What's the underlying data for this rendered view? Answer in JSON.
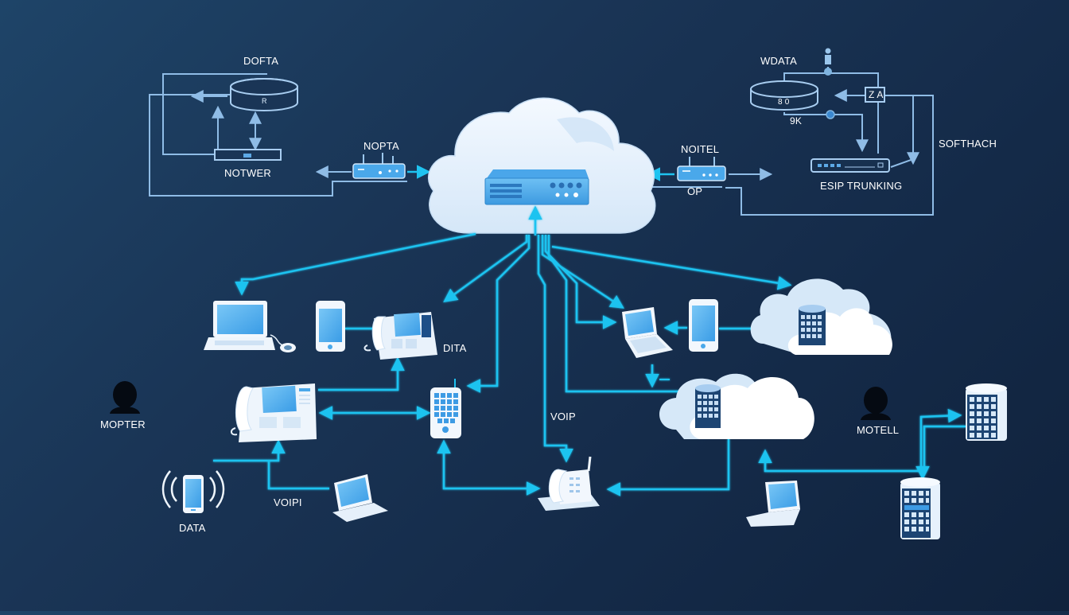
{
  "diagram": {
    "type": "voip-network-topology",
    "colors": {
      "background_top": "#1e4468",
      "background_bottom": "#10223c",
      "link_cyan": "#1fc3f0",
      "outline_blue": "#9cc4ea",
      "cloud_white": "#e8f2fc",
      "device_blue": "#4aa8ea",
      "screen_blue": "#5bb4f2"
    },
    "labels": {
      "top_left_title": "DOFTA",
      "top_left_db_mark": "R",
      "top_left_switch": "NOTWER",
      "left_router": "NOPTA",
      "right_router": "NOITEL",
      "right_router_sub": "OP",
      "top_right_title": "WDATA",
      "top_right_db_mark": "8 0",
      "top_right_db_sub": "9K",
      "top_right_box": "Z A",
      "sip_trunking": "ESIP TRUNKING",
      "softswitch": "SOFTHACH",
      "desk_phone_label": "DITA",
      "user_left": "MOPTER",
      "mobile_data": "DATA",
      "voip_left": "VOIPI",
      "voip_center": "VOIP",
      "user_right": "MOTELL"
    },
    "nodes": [
      {
        "id": "central-cloud-server",
        "kind": "cloud-server"
      },
      {
        "id": "left-router",
        "kind": "router"
      },
      {
        "id": "right-router",
        "kind": "router"
      },
      {
        "id": "top-left-database",
        "kind": "database"
      },
      {
        "id": "top-left-switch",
        "kind": "switch"
      },
      {
        "id": "top-right-database",
        "kind": "database"
      },
      {
        "id": "sip-trunk-device",
        "kind": "switch"
      },
      {
        "id": "laptop-left",
        "kind": "laptop"
      },
      {
        "id": "smartphone-top",
        "kind": "smartphone"
      },
      {
        "id": "desk-phone-top",
        "kind": "ip-phone"
      },
      {
        "id": "desk-phone-left",
        "kind": "ip-phone"
      },
      {
        "id": "keypad-phone",
        "kind": "mobile-keypad"
      },
      {
        "id": "mobile-wireless",
        "kind": "smartphone"
      },
      {
        "id": "laptop-bottom",
        "kind": "laptop"
      },
      {
        "id": "cordless-phone",
        "kind": "cordless-phone"
      },
      {
        "id": "laptop-right",
        "kind": "laptop"
      },
      {
        "id": "smartphone-right",
        "kind": "smartphone"
      },
      {
        "id": "cloud-datacenter-top",
        "kind": "cloud-database"
      },
      {
        "id": "cloud-datacenter-mid",
        "kind": "cloud-database"
      },
      {
        "id": "laptop-bottom-right",
        "kind": "laptop"
      },
      {
        "id": "server-tower-top",
        "kind": "server"
      },
      {
        "id": "server-tower-bottom",
        "kind": "server"
      },
      {
        "id": "user-left",
        "kind": "user"
      },
      {
        "id": "user-right",
        "kind": "user"
      }
    ]
  }
}
